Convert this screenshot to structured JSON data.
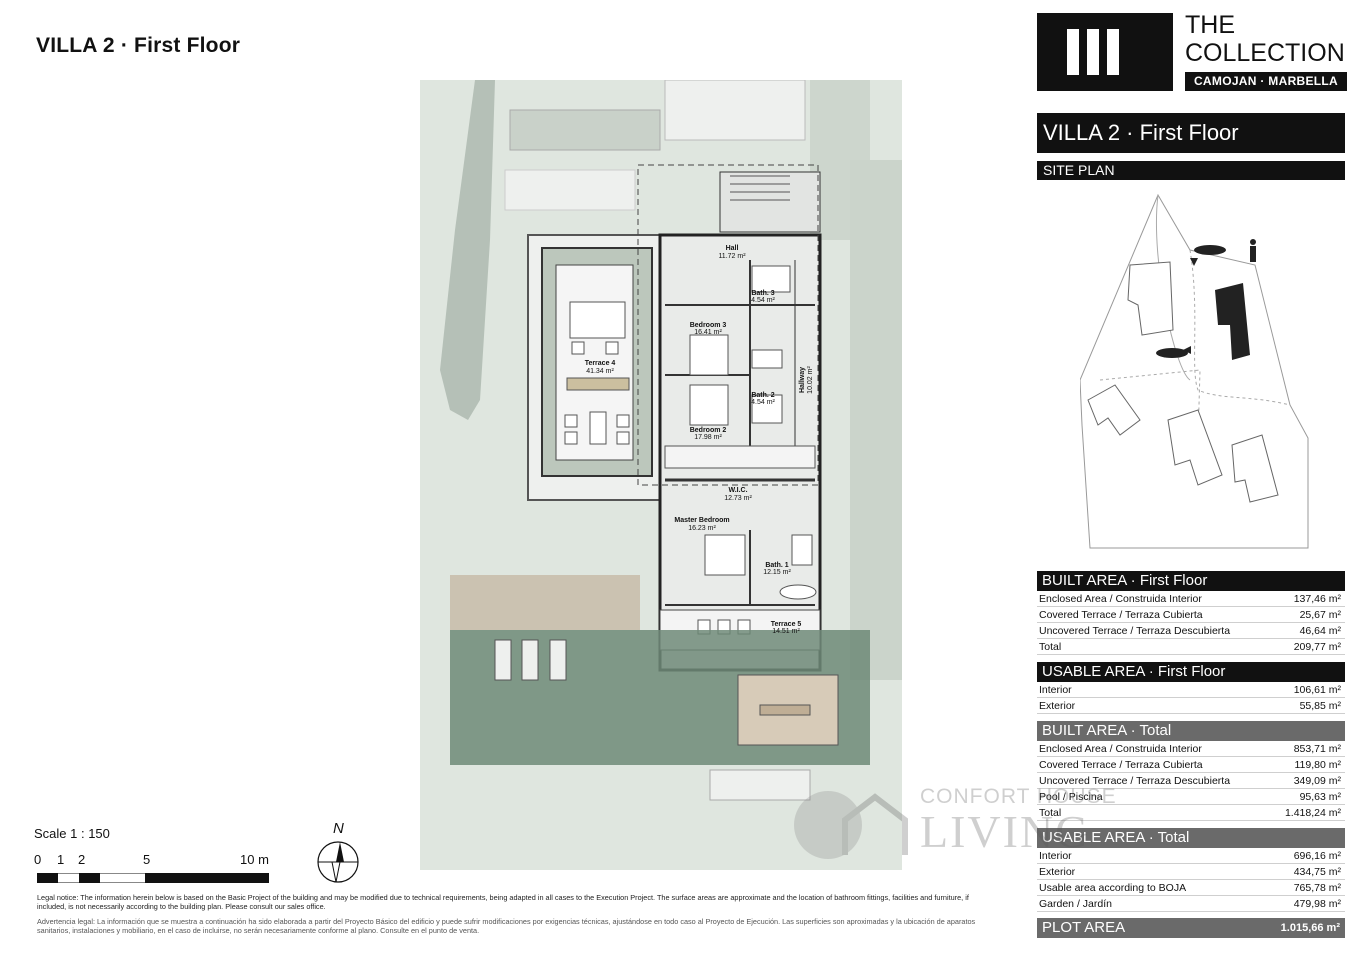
{
  "page_title": "VILLA 2  ·  First Floor",
  "brand": {
    "line1": "THE",
    "line2": "COLLECTION",
    "sub": "CAMOJAN · MARBELLA"
  },
  "villa_band": "VILLA 2 · First Floor",
  "site_band": "SITE PLAN",
  "rooms": {
    "hall": {
      "name": "Hall",
      "area": "11.72 m²"
    },
    "bath3": {
      "name": "Bath. 3",
      "area": "4.54 m²"
    },
    "bedroom3": {
      "name": "Bedroom 3",
      "area": "16.41 m²"
    },
    "terrace4": {
      "name": "Terrace 4",
      "area": "41.34 m²"
    },
    "hallway": {
      "name": "Hallway",
      "area": "10.02 m²"
    },
    "bath2": {
      "name": "Bath. 2",
      "area": "4.54 m²"
    },
    "bedroom2": {
      "name": "Bedroom 2",
      "area": "17.98 m²"
    },
    "wic": {
      "name": "W.I.C.",
      "area": "12.73 m²"
    },
    "master": {
      "name": "Master Bedroom",
      "area": "16.23 m²"
    },
    "bath1": {
      "name": "Bath. 1",
      "area": "12.15 m²"
    },
    "terrace5": {
      "name": "Terrace 5",
      "area": "14.51 m²"
    }
  },
  "tables": {
    "built_first": {
      "title": "BUILT AREA · First Floor",
      "rows": [
        [
          "Enclosed Area / Construida Interior",
          "137,46 m²"
        ],
        [
          "Covered Terrace / Terraza Cubierta",
          "25,67 m²"
        ],
        [
          "Uncovered Terrace / Terraza Descubierta",
          "46,64 m²"
        ],
        [
          "Total",
          "209,77 m²"
        ]
      ]
    },
    "usable_first": {
      "title": "USABLE AREA · First Floor",
      "rows": [
        [
          "Interior",
          "106,61 m²"
        ],
        [
          "Exterior",
          "55,85 m²"
        ]
      ]
    },
    "built_total": {
      "title": "BUILT AREA · Total",
      "rows": [
        [
          "Enclosed Area / Construida Interior",
          "853,71 m²"
        ],
        [
          "Covered Terrace / Terraza Cubierta",
          "119,80 m²"
        ],
        [
          "Uncovered Terrace / Terraza Descubierta",
          "349,09 m²"
        ],
        [
          "Pool / Piscina",
          "95,63 m²"
        ],
        [
          "Total",
          "1.418,24 m²"
        ]
      ]
    },
    "usable_total": {
      "title": "USABLE AREA · Total",
      "rows": [
        [
          "Interior",
          "696,16 m²"
        ],
        [
          "Exterior",
          "434,75 m²"
        ],
        [
          "Usable area according to BOJA",
          "765,78 m²"
        ],
        [
          "Garden / Jardín",
          "479,98 m²"
        ]
      ]
    }
  },
  "plot_area": {
    "label": "PLOT AREA",
    "value": "1.015,66 m²"
  },
  "scale": {
    "label": "Scale 1 : 150",
    "ticks": [
      "0",
      "1",
      "2",
      "5",
      "10 m"
    ]
  },
  "north_label": "N",
  "legal_en": "Legal notice: The information herein below is based on the Basic Project of the building and may be modified due to technical requirements, being adapted in all cases to the Execution Project. The surface areas are approximate and the location of bathroom fittings, facilities and furniture, if included, is not necessarily according to the building plan. Please consult our sales office.",
  "legal_es": "Advertencia legal: La información que se muestra a continuación ha sido elaborada a partir del Proyecto Básico del edificio y puede sufrir modificaciones por exigencias técnicas, ajustándose en todo caso al Proyecto de Ejecución. Las superficies son aproximadas y la ubicación de aparatos sanitarios, instalaciones y mobiliario, en el caso de incluirse, no serán necesariamente conforme al plano. Consulte en el punto de venta.",
  "watermark": {
    "line1": "CONFORT HOUSE",
    "line2": "LIVING"
  },
  "colors": {
    "band": "#111111",
    "band_grey": "#6a6a6a",
    "garden": "#dfe6df",
    "pool": "#6f8a78"
  }
}
